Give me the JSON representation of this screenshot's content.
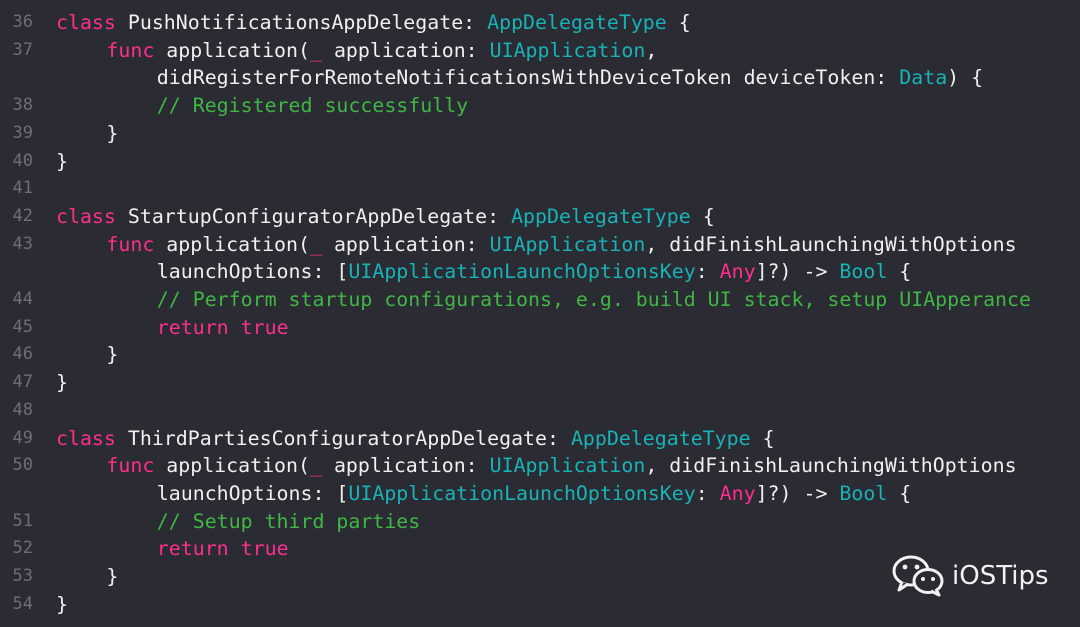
{
  "editor": {
    "lines": [
      {
        "num": "36",
        "indent": 0,
        "tokens": [
          {
            "t": "class",
            "c": "kw"
          },
          {
            "t": " PushNotificationsAppDelegate: ",
            "c": "tx"
          },
          {
            "t": "AppDelegateType",
            "c": "ty"
          },
          {
            "t": " {",
            "c": "tx"
          }
        ]
      },
      {
        "num": "37",
        "indent": 4,
        "tokens": [
          {
            "t": "func",
            "c": "kw"
          },
          {
            "t": " application(",
            "c": "tx"
          },
          {
            "t": "_",
            "c": "kw"
          },
          {
            "t": " application: ",
            "c": "tx"
          },
          {
            "t": "UIApplication",
            "c": "ty"
          },
          {
            "t": ",",
            "c": "tx"
          }
        ]
      },
      {
        "num": "",
        "indent": 8,
        "tokens": [
          {
            "t": "didRegisterForRemoteNotificationsWithDeviceToken deviceToken: ",
            "c": "tx"
          },
          {
            "t": "Data",
            "c": "ty"
          },
          {
            "t": ") {",
            "c": "tx"
          }
        ]
      },
      {
        "num": "38",
        "indent": 8,
        "tokens": [
          {
            "t": "// Registered successfully",
            "c": "cm"
          }
        ]
      },
      {
        "num": "39",
        "indent": 4,
        "tokens": [
          {
            "t": "}",
            "c": "tx"
          }
        ]
      },
      {
        "num": "40",
        "indent": 0,
        "tokens": [
          {
            "t": "}",
            "c": "tx"
          }
        ]
      },
      {
        "num": "41",
        "indent": 0,
        "tokens": []
      },
      {
        "num": "42",
        "indent": 0,
        "tokens": [
          {
            "t": "class",
            "c": "kw"
          },
          {
            "t": " StartupConfiguratorAppDelegate: ",
            "c": "tx"
          },
          {
            "t": "AppDelegateType",
            "c": "ty"
          },
          {
            "t": " {",
            "c": "tx"
          }
        ]
      },
      {
        "num": "43",
        "indent": 4,
        "tokens": [
          {
            "t": "func",
            "c": "kw"
          },
          {
            "t": " application(",
            "c": "tx"
          },
          {
            "t": "_",
            "c": "kw"
          },
          {
            "t": " application: ",
            "c": "tx"
          },
          {
            "t": "UIApplication",
            "c": "ty"
          },
          {
            "t": ", didFinishLaunchingWithOptions",
            "c": "tx"
          }
        ]
      },
      {
        "num": "",
        "indent": 8,
        "tokens": [
          {
            "t": "launchOptions: [",
            "c": "tx"
          },
          {
            "t": "UIApplicationLaunchOptionsKey",
            "c": "ty"
          },
          {
            "t": ": ",
            "c": "tx"
          },
          {
            "t": "Any",
            "c": "kw"
          },
          {
            "t": "]?) -> ",
            "c": "tx"
          },
          {
            "t": "Bool",
            "c": "ty"
          },
          {
            "t": " {",
            "c": "tx"
          }
        ]
      },
      {
        "num": "44",
        "indent": 8,
        "tokens": [
          {
            "t": "// Perform startup configurations, e.g. build UI stack, setup UIApperance",
            "c": "cm"
          }
        ]
      },
      {
        "num": "45",
        "indent": 8,
        "tokens": [
          {
            "t": "return",
            "c": "kw"
          },
          {
            "t": " ",
            "c": "tx"
          },
          {
            "t": "true",
            "c": "kw"
          }
        ]
      },
      {
        "num": "46",
        "indent": 4,
        "tokens": [
          {
            "t": "}",
            "c": "tx"
          }
        ]
      },
      {
        "num": "47",
        "indent": 0,
        "tokens": [
          {
            "t": "}",
            "c": "tx"
          }
        ]
      },
      {
        "num": "48",
        "indent": 0,
        "tokens": []
      },
      {
        "num": "49",
        "indent": 0,
        "tokens": [
          {
            "t": "class",
            "c": "kw"
          },
          {
            "t": " ThirdPartiesConfiguratorAppDelegate: ",
            "c": "tx"
          },
          {
            "t": "AppDelegateType",
            "c": "ty"
          },
          {
            "t": " {",
            "c": "tx"
          }
        ]
      },
      {
        "num": "50",
        "indent": 4,
        "tokens": [
          {
            "t": "func",
            "c": "kw"
          },
          {
            "t": " application(",
            "c": "tx"
          },
          {
            "t": "_",
            "c": "kw"
          },
          {
            "t": " application: ",
            "c": "tx"
          },
          {
            "t": "UIApplication",
            "c": "ty"
          },
          {
            "t": ", didFinishLaunchingWithOptions",
            "c": "tx"
          }
        ]
      },
      {
        "num": "",
        "indent": 8,
        "tokens": [
          {
            "t": "launchOptions: [",
            "c": "tx"
          },
          {
            "t": "UIApplicationLaunchOptionsKey",
            "c": "ty"
          },
          {
            "t": ": ",
            "c": "tx"
          },
          {
            "t": "Any",
            "c": "kw"
          },
          {
            "t": "]?) -> ",
            "c": "tx"
          },
          {
            "t": "Bool",
            "c": "ty"
          },
          {
            "t": " {",
            "c": "tx"
          }
        ]
      },
      {
        "num": "51",
        "indent": 8,
        "tokens": [
          {
            "t": "// Setup third parties",
            "c": "cm"
          }
        ]
      },
      {
        "num": "52",
        "indent": 8,
        "tokens": [
          {
            "t": "return",
            "c": "kw"
          },
          {
            "t": " ",
            "c": "tx"
          },
          {
            "t": "true",
            "c": "kw"
          }
        ]
      },
      {
        "num": "53",
        "indent": 4,
        "tokens": [
          {
            "t": "}",
            "c": "tx"
          }
        ]
      },
      {
        "num": "54",
        "indent": 0,
        "tokens": [
          {
            "t": "}",
            "c": "tx"
          }
        ]
      }
    ]
  },
  "watermark": {
    "icon": "wechat-icon",
    "text": "iOSTips"
  },
  "colors": {
    "background": "#2a2b33",
    "line_number": "#6c6e78",
    "keyword": "#fc2f8d",
    "type": "#18b3b6",
    "plain_text": "#f0f0f0",
    "comment": "#41b645"
  }
}
